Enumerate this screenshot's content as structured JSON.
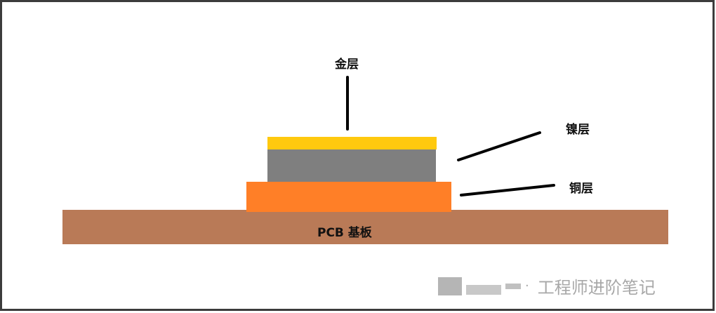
{
  "labels": {
    "gold": "金层",
    "nickel": "镍层",
    "copper": "铜层",
    "substrate": "PCB 基板"
  },
  "colors": {
    "gold": "#FFC90E",
    "nickel": "#7F7F7F",
    "copper": "#FF7F27",
    "substrate": "#B97A57",
    "border": "#3C3C3C"
  },
  "watermark": {
    "separator": "·",
    "text": "工程师进阶笔记"
  }
}
